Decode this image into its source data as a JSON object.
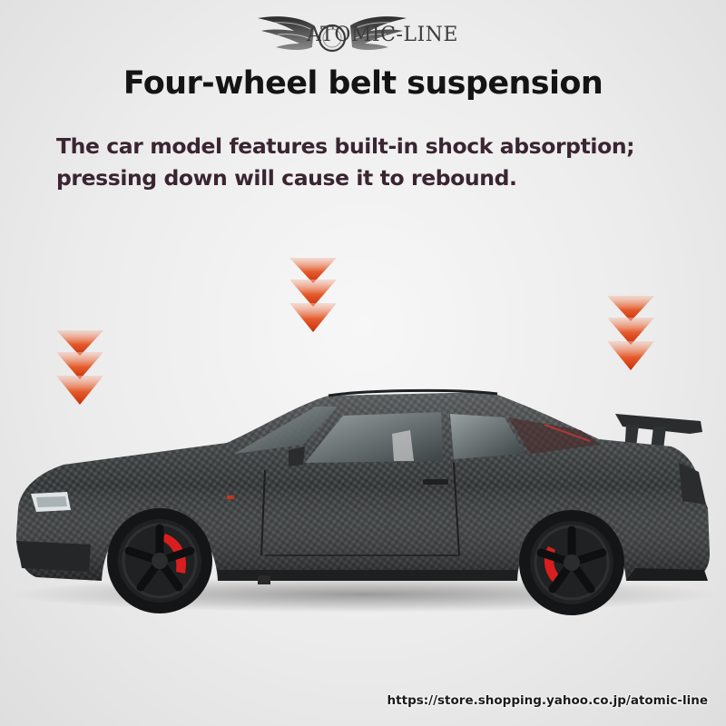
{
  "brand": {
    "name": "ATOMIC-LINE",
    "emblem_icon": "winged-emblem-icon"
  },
  "headline": "Four-wheel belt suspension",
  "description": {
    "line1": "The car model features built-in shock absorption;",
    "line2": "pressing down will cause it to rebound."
  },
  "indicators": {
    "icon": "chevron-down-icon",
    "count_per_group": 3,
    "groups": [
      "front",
      "roof",
      "rear"
    ],
    "color": "#e0461c"
  },
  "product": {
    "image_icon": "car-model-icon",
    "body_color": "#3a3d3e",
    "brake_color": "#d81e1e"
  },
  "store_url": "https://store.shopping.yahoo.co.jp/atomic-line"
}
